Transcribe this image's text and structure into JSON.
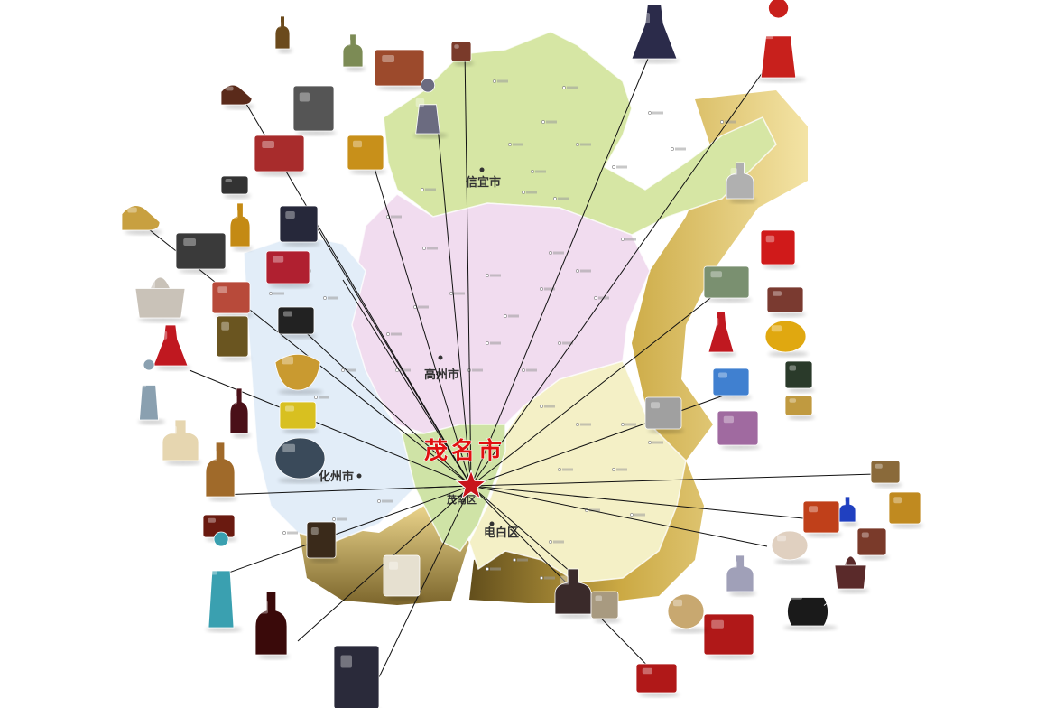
{
  "map": {
    "center_city": "茂名市",
    "regions": [
      {
        "id": "xinyi",
        "label": "信宜市",
        "color": "#d6e6a4"
      },
      {
        "id": "gaozhou",
        "label": "高州市",
        "color": "#f1dcef"
      },
      {
        "id": "huazhou",
        "label": "化州市",
        "color": "#e2edf8"
      },
      {
        "id": "dianbai",
        "label": "电白区",
        "color": "#f4f0c6"
      },
      {
        "id": "maonan",
        "label": "茂南区",
        "color": "#cfe3a6"
      }
    ],
    "colors": {
      "coast_shadow": "#8a6e22",
      "coast_gold": "#c9a53a",
      "connector_line": "#111111",
      "center_star": "#c8141c",
      "title_red": "#e01010"
    }
  },
  "products": [
    {
      "name": "wine-bottle-icon"
    },
    {
      "name": "perfume-bottle-icon"
    },
    {
      "name": "figurine-icon"
    },
    {
      "name": "dress-icon"
    },
    {
      "name": "red-doll-icon"
    },
    {
      "name": "handbag-icon"
    },
    {
      "name": "lantern-icon"
    },
    {
      "name": "tea-cup-icon"
    },
    {
      "name": "gift-box-icon"
    },
    {
      "name": "watch-icon"
    },
    {
      "name": "mask-icon"
    },
    {
      "name": "shoe-icon"
    },
    {
      "name": "doll-icon"
    },
    {
      "name": "plate-icon"
    },
    {
      "name": "teapot-icon"
    }
  ]
}
